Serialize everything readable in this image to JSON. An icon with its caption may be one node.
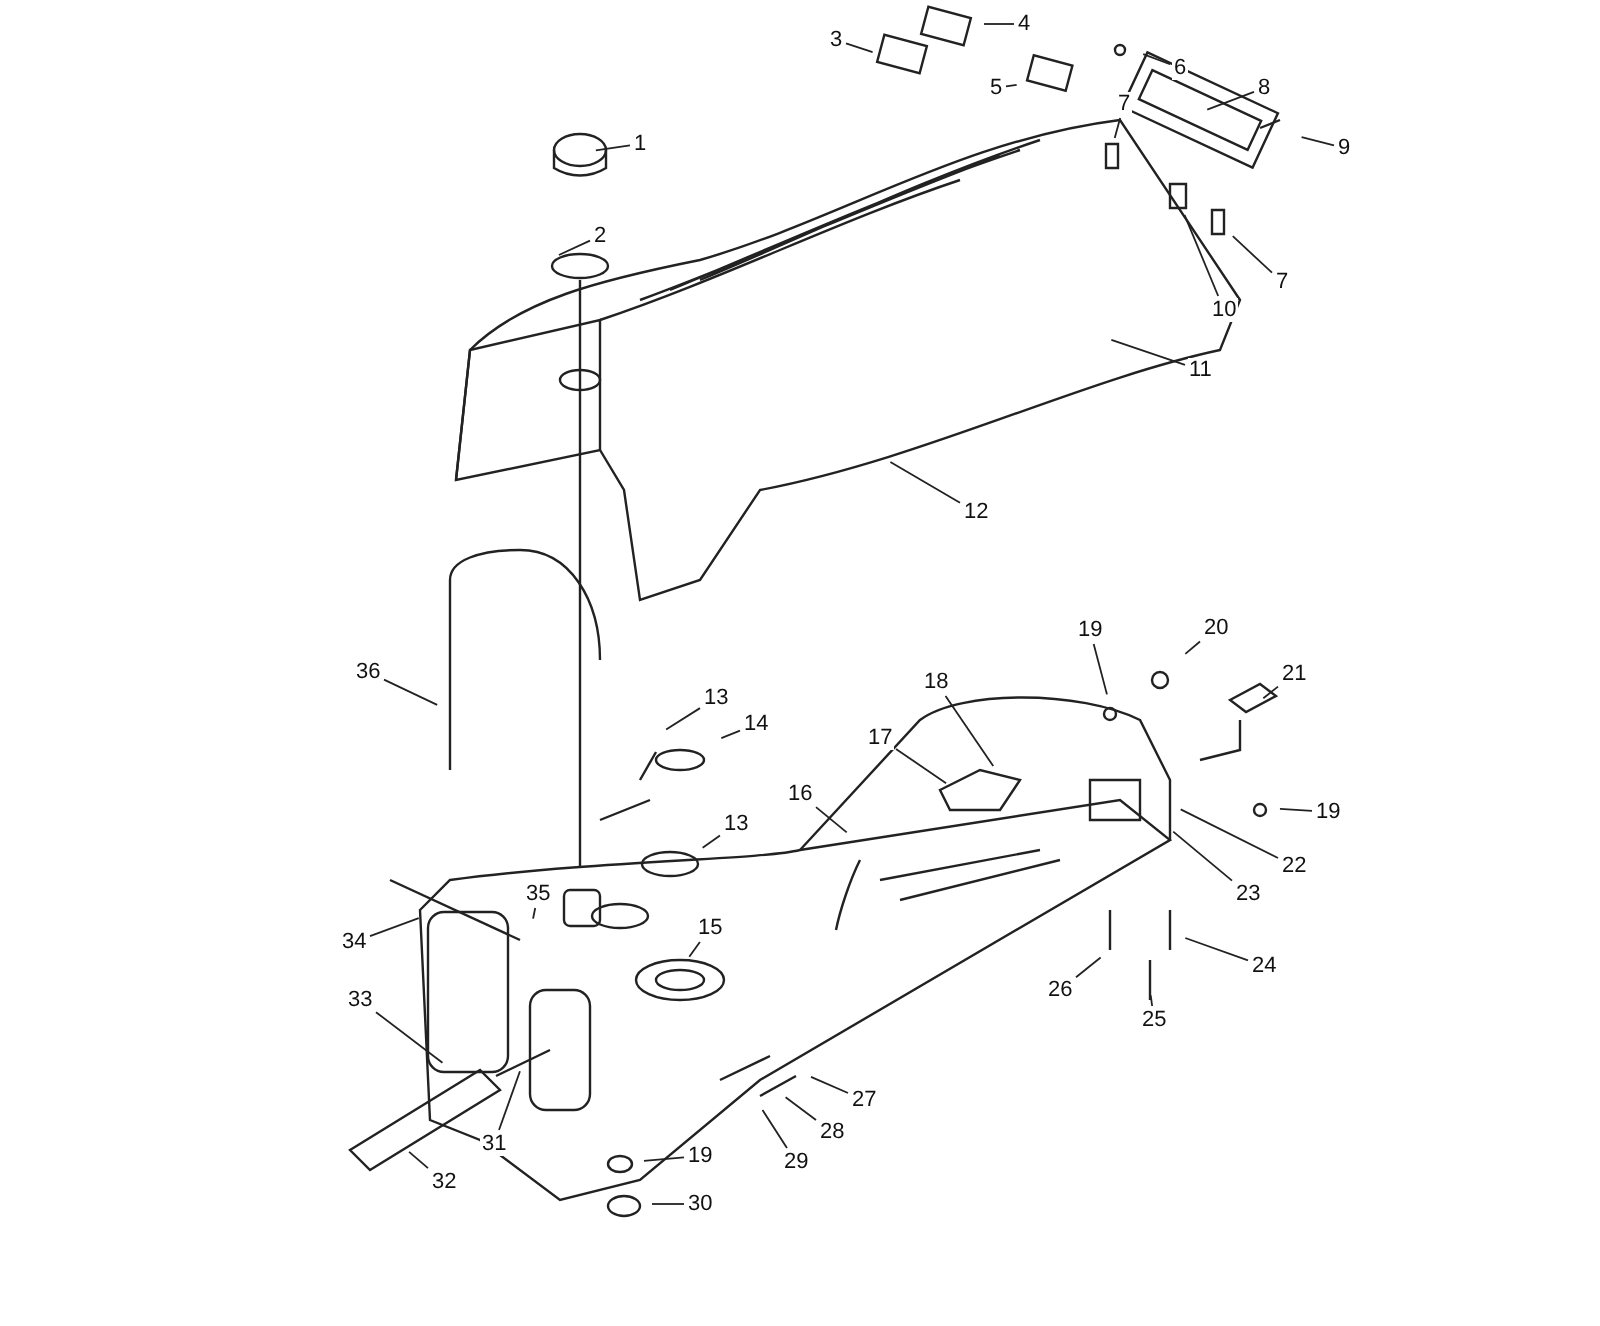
{
  "diagram": {
    "nodes": [
      {
        "text": [
          "1"
        ]
      },
      {
        "text": [
          "2"
        ]
      },
      {
        "text": [
          "3"
        ]
      },
      {
        "text": [
          "4"
        ]
      },
      {
        "text": [
          "5"
        ]
      },
      {
        "text": [
          "6"
        ]
      },
      {
        "text": [
          "7"
        ]
      },
      {
        "text": [
          "8"
        ]
      },
      {
        "text": [
          "9"
        ]
      },
      {
        "text": [
          "7"
        ]
      },
      {
        "text": [
          "10"
        ]
      },
      {
        "text": [
          "11"
        ]
      },
      {
        "text": [
          "12"
        ]
      },
      {
        "text": [
          "36"
        ]
      },
      {
        "text": [
          "13"
        ]
      },
      {
        "text": [
          "14"
        ]
      },
      {
        "text": [
          "13"
        ]
      },
      {
        "text": [
          "15"
        ]
      },
      {
        "text": [
          "16"
        ]
      },
      {
        "text": [
          "17"
        ]
      },
      {
        "text": [
          "18"
        ]
      },
      {
        "text": [
          "19"
        ]
      },
      {
        "text": [
          "20"
        ]
      },
      {
        "text": [
          "21"
        ]
      },
      {
        "text": [
          "19"
        ]
      },
      {
        "text": [
          "22"
        ]
      },
      {
        "text": [
          "23"
        ]
      },
      {
        "text": [
          "24"
        ]
      },
      {
        "text": [
          "25"
        ]
      },
      {
        "text": [
          "26"
        ]
      },
      {
        "text": [
          "27"
        ]
      },
      {
        "text": [
          "28"
        ]
      },
      {
        "text": [
          "29"
        ]
      },
      {
        "text": [
          "19"
        ]
      },
      {
        "text": [
          "30"
        ]
      },
      {
        "text": [
          "31"
        ]
      },
      {
        "text": [
          "32"
        ]
      },
      {
        "text": [
          "33"
        ]
      },
      {
        "text": [
          "34"
        ]
      },
      {
        "text": [
          "35"
        ]
      }
    ],
    "edges": [
      {
        "from": 0,
        "to": null,
        "arrow": "none"
      },
      {
        "from": 1,
        "to": null,
        "arrow": "none"
      },
      {
        "from": 2,
        "to": null,
        "arrow": "none"
      },
      {
        "from": 3,
        "to": null,
        "arrow": "none"
      },
      {
        "from": 4,
        "to": null,
        "arrow": "none"
      },
      {
        "from": 5,
        "to": null,
        "arrow": "none"
      },
      {
        "from": 6,
        "to": null,
        "arrow": "none"
      },
      {
        "from": 7,
        "to": null,
        "arrow": "none"
      },
      {
        "from": 8,
        "to": null,
        "arrow": "none"
      },
      {
        "from": 9,
        "to": null,
        "arrow": "none"
      },
      {
        "from": 10,
        "to": null,
        "arrow": "none"
      },
      {
        "from": 11,
        "to": null,
        "arrow": "none"
      },
      {
        "from": 12,
        "to": null,
        "arrow": "none"
      },
      {
        "from": 13,
        "to": null,
        "arrow": "none"
      },
      {
        "from": 14,
        "to": null,
        "arrow": "none"
      },
      {
        "from": 15,
        "to": null,
        "arrow": "none"
      },
      {
        "from": 16,
        "to": null,
        "arrow": "none"
      },
      {
        "from": 17,
        "to": null,
        "arrow": "none"
      },
      {
        "from": 18,
        "to": null,
        "arrow": "none"
      },
      {
        "from": 19,
        "to": null,
        "arrow": "none"
      },
      {
        "from": 20,
        "to": null,
        "arrow": "none"
      },
      {
        "from": 21,
        "to": null,
        "arrow": "none"
      },
      {
        "from": 22,
        "to": null,
        "arrow": "none"
      },
      {
        "from": 23,
        "to": null,
        "arrow": "none"
      },
      {
        "from": 24,
        "to": null,
        "arrow": "none"
      },
      {
        "from": 25,
        "to": null,
        "arrow": "none"
      },
      {
        "from": 26,
        "to": null,
        "arrow": "none"
      },
      {
        "from": 27,
        "to": null,
        "arrow": "none"
      },
      {
        "from": 28,
        "to": null,
        "arrow": "none"
      },
      {
        "from": 29,
        "to": null,
        "arrow": "none"
      },
      {
        "from": 30,
        "to": null,
        "arrow": "none"
      },
      {
        "from": 31,
        "to": null,
        "arrow": "none"
      },
      {
        "from": 32,
        "to": null,
        "arrow": "none"
      },
      {
        "from": 33,
        "to": null,
        "arrow": "none"
      },
      {
        "from": 34,
        "to": null,
        "arrow": "none"
      },
      {
        "from": 35,
        "to": null,
        "arrow": "none"
      },
      {
        "from": 36,
        "to": null,
        "arrow": "none"
      },
      {
        "from": 37,
        "to": null,
        "arrow": "none"
      },
      {
        "from": 38,
        "to": null,
        "arrow": "none"
      },
      {
        "from": 39,
        "to": null,
        "arrow": "none"
      }
    ]
  }
}
